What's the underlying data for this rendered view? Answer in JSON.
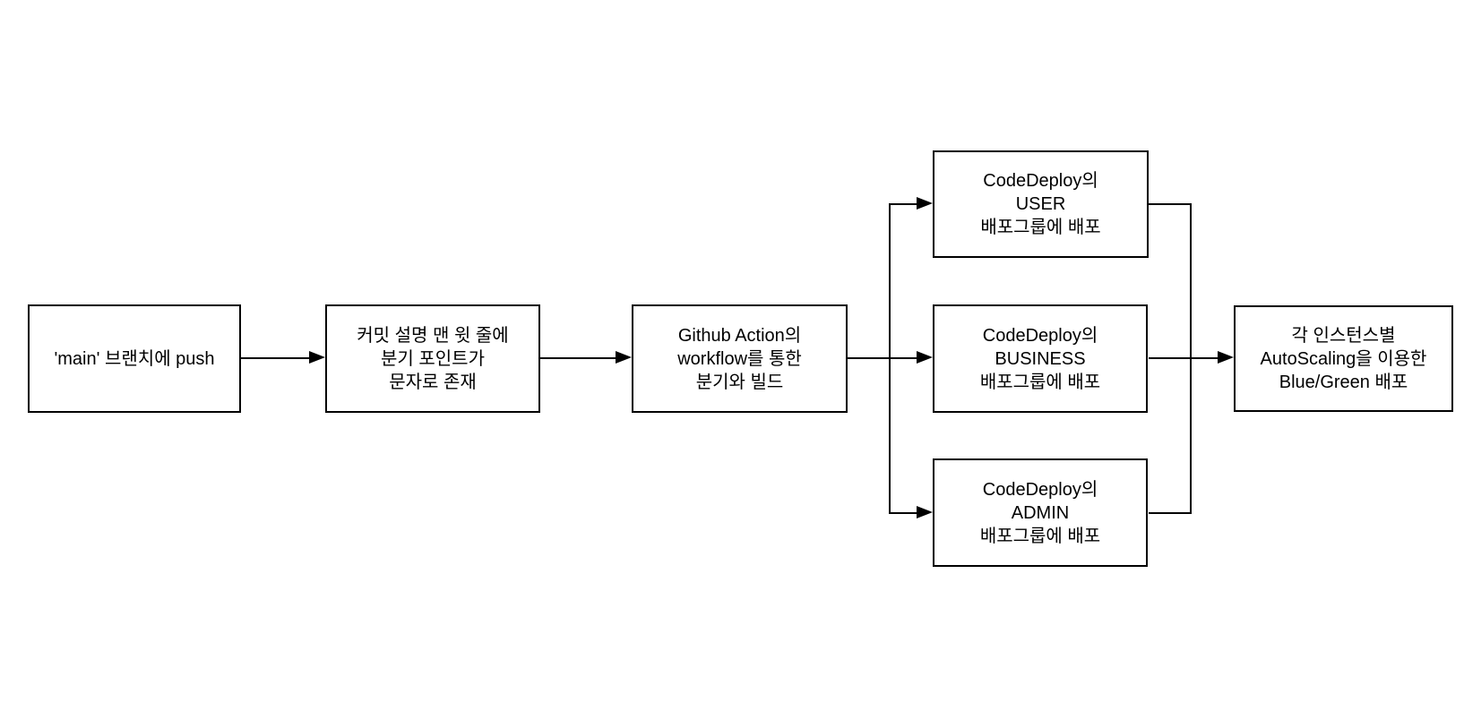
{
  "diagram": {
    "title": "CI/CD branch deployment flowchart",
    "colors": {
      "stroke": "#000000",
      "node_fill": "#ffffff",
      "background": "#ffffff",
      "text": "#000000"
    },
    "nodes": {
      "main": {
        "id": "main-branch-push",
        "lines": [
          "'main' 브랜치에 push"
        ]
      },
      "commit": {
        "id": "commit-message-branch-point",
        "lines": [
          "커밋 설명 맨 윗 줄에",
          "분기 포인트가",
          "문자로 존재"
        ]
      },
      "github": {
        "id": "github-action-workflow",
        "lines": [
          "Github Action의",
          "workflow를 통한",
          "분기와 빌드"
        ]
      },
      "user": {
        "id": "codedeploy-user-group",
        "lines": [
          "CodeDeploy의",
          "USER",
          "배포그룹에 배포"
        ]
      },
      "business": {
        "id": "codedeploy-business-group",
        "lines": [
          "CodeDeploy의",
          "BUSINESS",
          "배포그룹에 배포"
        ]
      },
      "admin": {
        "id": "codedeploy-admin-group",
        "lines": [
          "CodeDeploy의",
          "ADMIN",
          "배포그룹에 배포"
        ]
      },
      "autoscaling": {
        "id": "autoscaling-blue-green",
        "lines": [
          "각 인스턴스별",
          "AutoScaling을 이용한",
          "Blue/Green 배포"
        ]
      }
    },
    "edges": [
      {
        "from": "main-branch-push",
        "to": "commit-message-branch-point"
      },
      {
        "from": "commit-message-branch-point",
        "to": "github-action-workflow"
      },
      {
        "from": "github-action-workflow",
        "to": "codedeploy-user-group"
      },
      {
        "from": "github-action-workflow",
        "to": "codedeploy-business-group"
      },
      {
        "from": "github-action-workflow",
        "to": "codedeploy-admin-group"
      },
      {
        "from": "codedeploy-user-group",
        "to": "autoscaling-blue-green"
      },
      {
        "from": "codedeploy-business-group",
        "to": "autoscaling-blue-green"
      },
      {
        "from": "codedeploy-admin-group",
        "to": "autoscaling-blue-green"
      }
    ]
  }
}
